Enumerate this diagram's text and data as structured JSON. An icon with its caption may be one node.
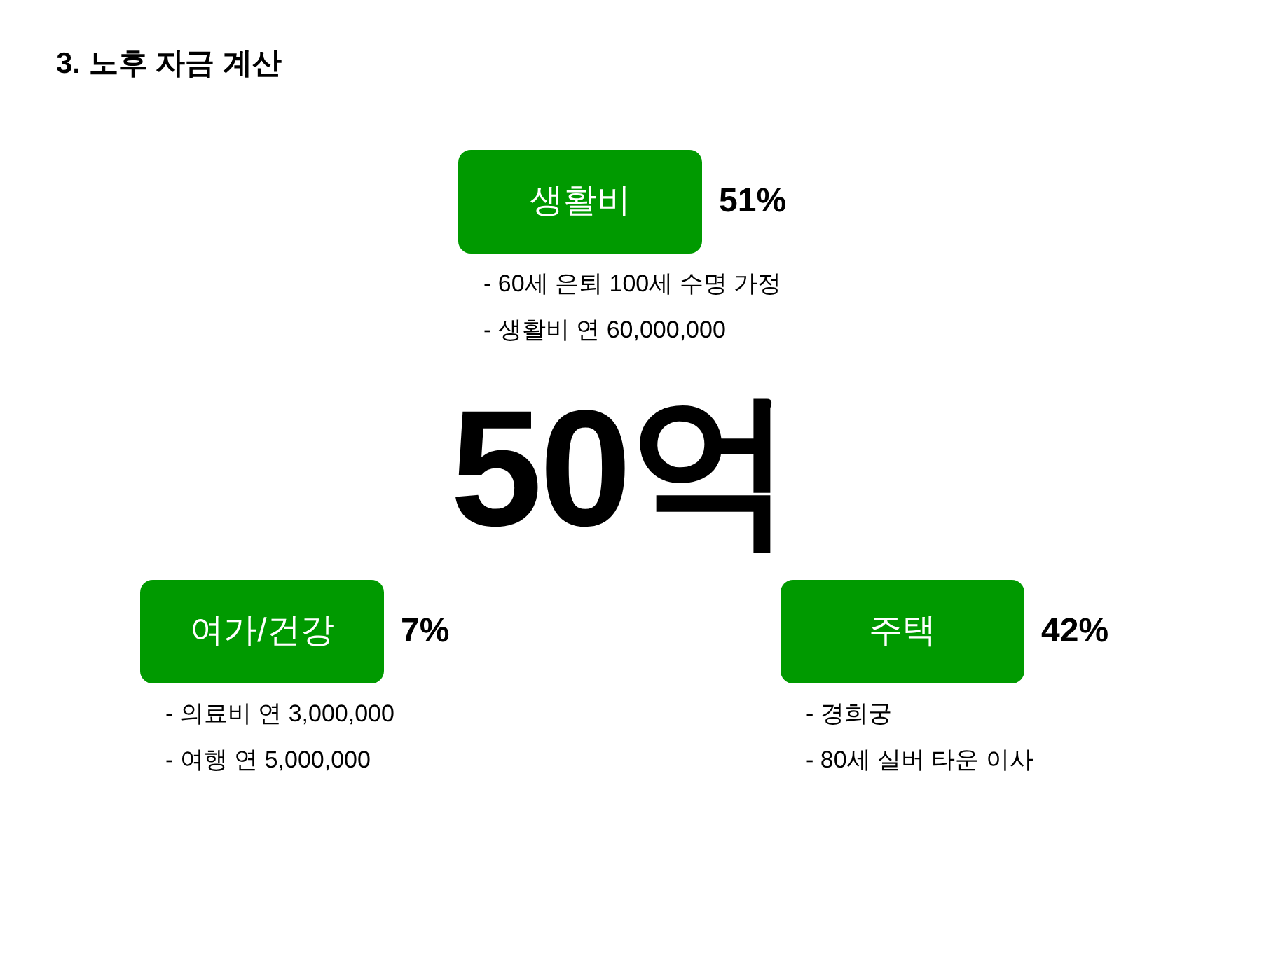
{
  "diagram": {
    "title": "3. 노후 자금 계산",
    "nodes": [
      {
        "text": [
          "생활비"
        ],
        "beside": [
          "51%",
          "- 60세 은퇴 100세 수명 가정",
          "- 생활비 연 60,000,000"
        ]
      },
      {
        "text": [
          "여가/건강"
        ],
        "beside": [
          "7%",
          "- 의료비 연 3,000,000",
          "- 여행 연 5,000,000"
        ]
      },
      {
        "text": [
          "주택"
        ],
        "beside": [
          "42%",
          "- 경희궁",
          "- 80세 실버 타운 이사"
        ]
      }
    ],
    "edges": [],
    "labels": [
      "50억"
    ]
  }
}
